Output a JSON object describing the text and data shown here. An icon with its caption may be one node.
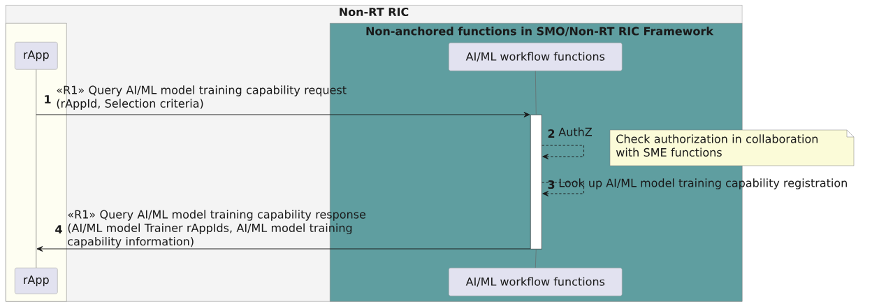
{
  "diagram": {
    "nodes": [
      {
        "text": [
          "Non-RT RIC"
        ]
      },
      {
        "text": [],
        "shape": "box",
        "in": 0
      },
      {
        "text": [
          "rApp"
        ],
        "in": 1
      },
      {
        "text": [
          "Non-anchored functions in SMO/Non-RT RIC Framework"
        ],
        "in": 0
      },
      {
        "text": [
          "AI/ML workflow functions"
        ],
        "in": 3
      },
      {
        "text": [],
        "shape": "bar",
        "in": 3
      },
      {
        "text": [
          "Check authorization in collaboration with SME functions"
        ]
      },
      {
        "text": [
          "rApp"
        ],
        "in": 1
      },
      {
        "text": [
          "AI/ML workflow functions"
        ],
        "in": 3
      }
    ],
    "edges": [
      {
        "from": 2,
        "to": 7,
        "arrow": "none",
        "color": "#666666"
      },
      {
        "from": 4,
        "to": 5,
        "arrow": "none",
        "color": "#666666"
      },
      {
        "from": 5,
        "to": 8,
        "arrow": "none",
        "color": "#666666"
      },
      {
        "from": 2,
        "to": 5,
        "arrow": "to",
        "label": "«R1» Query AI/ML model training capability request (rAppId, Selection criteria)"
      },
      {
        "from": 5,
        "to": 5,
        "arrow": "to",
        "style": "dashed",
        "label": "AuthZ"
      },
      {
        "from": 5,
        "to": 5,
        "arrow": "to",
        "style": "dashed",
        "label": "Look up AI/ML model training capability registration"
      },
      {
        "from": 5,
        "to": 7,
        "arrow": "to",
        "label": "«R1» Query AI/ML model training capability response (AI/ML model Trainer rAppIds, AI/ML model training capability information)"
      }
    ],
    "labels": [
      "1",
      "2",
      "3",
      "4"
    ]
  }
}
